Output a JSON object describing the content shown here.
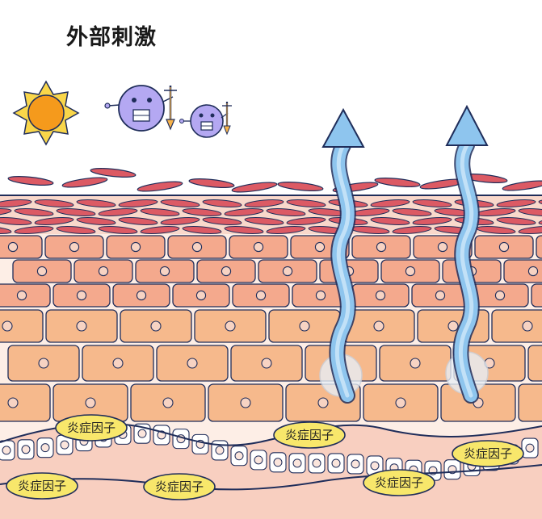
{
  "title": "外部刺激",
  "factor_label": "炎症因子",
  "colors": {
    "outline": "#1f2d5a",
    "cell_fill": "#f4a98d",
    "cell_fill_lower": "#f6b98c",
    "nucleus": "#f7d3c3",
    "flake": "#dc5a64",
    "dermis": "#f8cfc0",
    "dermis_cells": "#ffffff",
    "badge_fill": "#f8e76b",
    "arrow": "#8ec5ee",
    "sun_outer": "#f9d64a",
    "sun_inner": "#f59a1c",
    "germ": "#b4a8f2"
  },
  "icons": [
    "sun-icon",
    "germ-icon-large",
    "germ-icon-small",
    "moisture-arrow-icon"
  ]
}
